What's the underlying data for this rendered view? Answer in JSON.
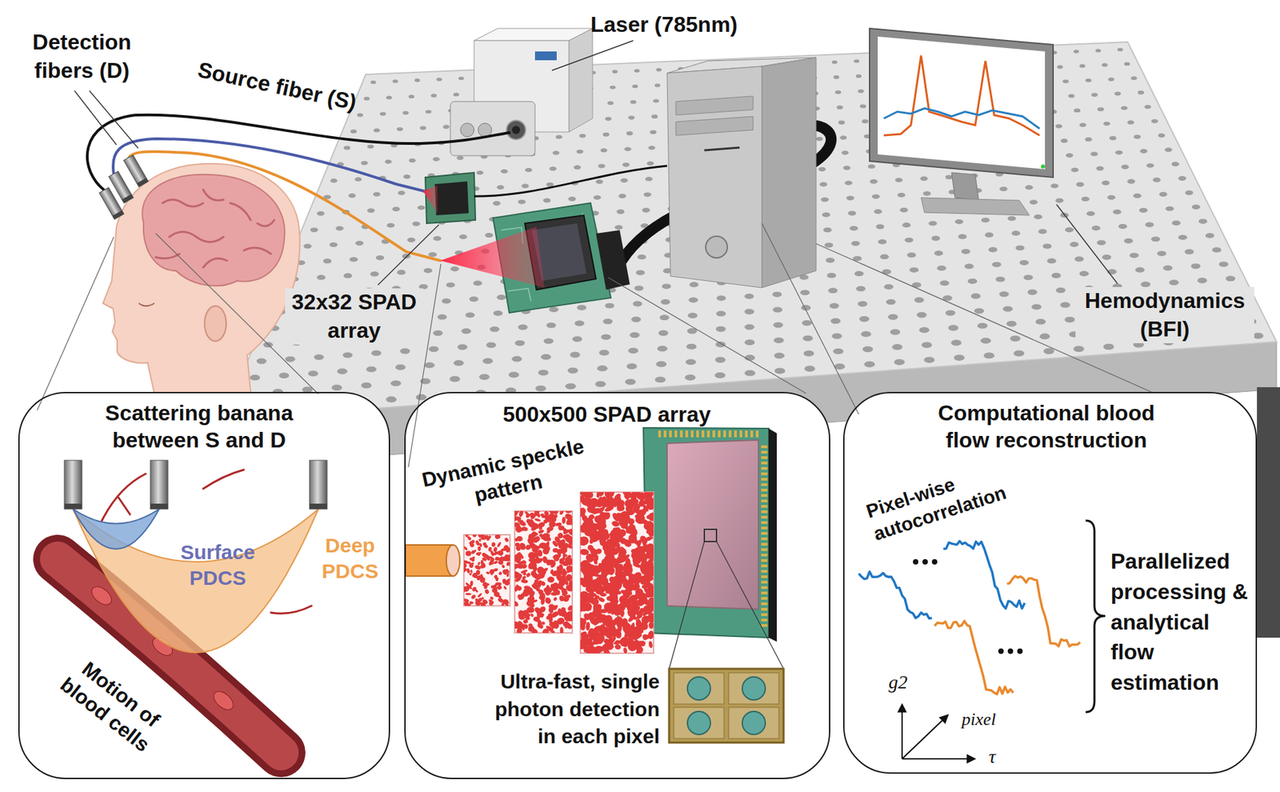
{
  "diagram": {
    "nodes": [
      {
        "text": [
          "Scattering banana between S and D",
          "Surface PDCS",
          "Deep PDCS",
          "Motion of blood cells"
        ]
      },
      {
        "text": [
          "500x500 SPAD array",
          "Dynamic speckle pattern",
          "Ultra-fast, single photon detection in each pixel"
        ]
      },
      {
        "text": [
          "Computational blood flow reconstruction",
          "Pixel-wise autocorrelation",
          "Parallelized processing & analytical flow estimation",
          "g2",
          "pixel",
          "τ"
        ]
      }
    ],
    "labels": [
      "Detection fibers (D)",
      "Source fiber (S)",
      "Laser (785nm)",
      "32x32 SPAD array",
      "Hemodynamics (BFI)"
    ]
  }
}
